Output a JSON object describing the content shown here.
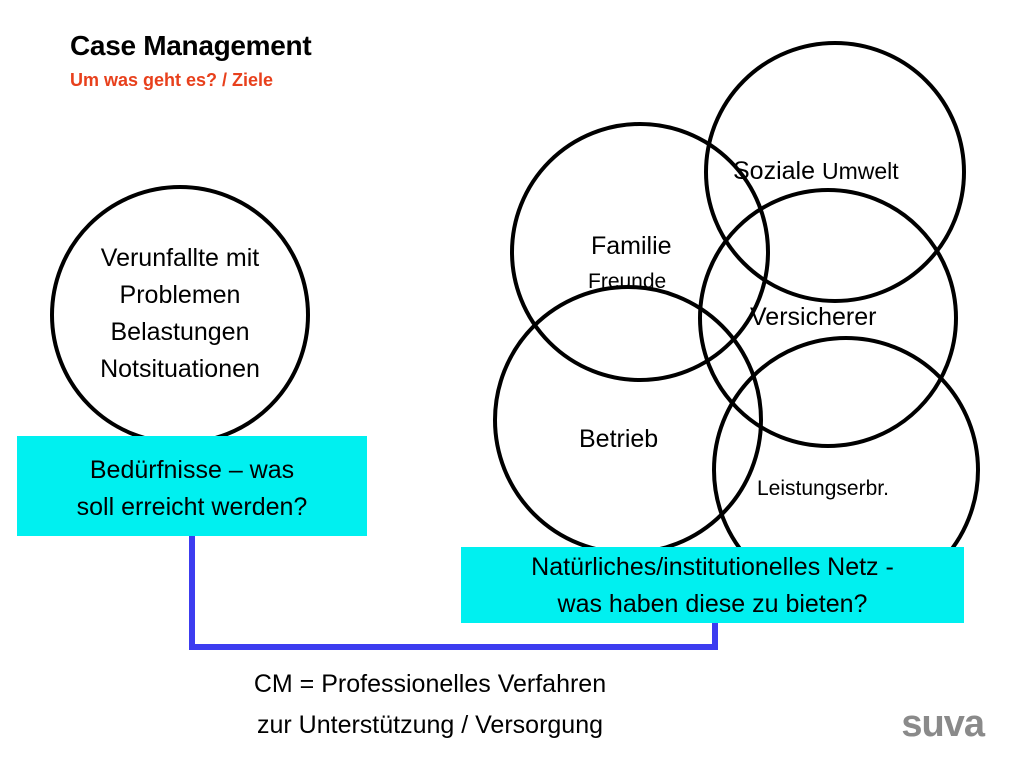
{
  "header": {
    "title": "Case Management",
    "subtitle": "Um was geht es? / Ziele"
  },
  "left_circle": {
    "lines": [
      "Verunfallte mit",
      "Problemen",
      "Belastungen",
      "Notsituationen"
    ]
  },
  "needs_box": {
    "lines": [
      "Bedürfnisse – was",
      "soll erreicht werden?"
    ]
  },
  "network": {
    "circles": {
      "soziale_a": "Soziale",
      "soziale_b": "Umwelt",
      "familie": "Familie",
      "freunde": "Freunde",
      "versicherer": "Versicherer",
      "betrieb": "Betrieb",
      "leistungserbr": "Leistungserbr."
    },
    "box_lines": [
      "Natürliches/institutionelles Netz -",
      "was haben diese zu bieten?"
    ]
  },
  "footer": {
    "line1": "CM = Professionelles Verfahren",
    "line2": "zur Unterstützung / Versorgung",
    "logo": "suva"
  },
  "colors": {
    "subtitle": "#e8401c",
    "box_fill": "#00f0f0",
    "connector": "#3c3cf0",
    "logo": "#8a8a8a"
  }
}
